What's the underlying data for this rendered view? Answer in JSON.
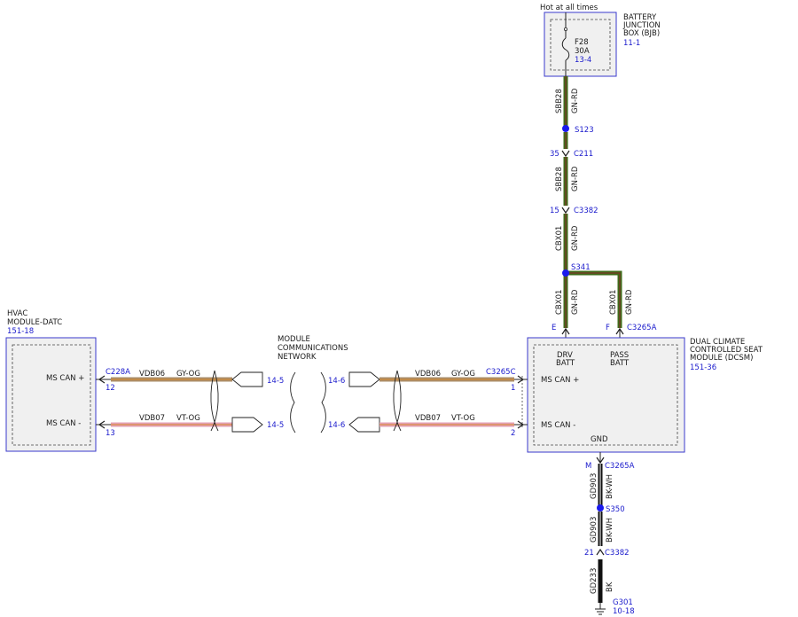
{
  "colors": {
    "gn_rd": "#3f6b1a",
    "gy_og": "#a98c6a",
    "vt_og": "#e3a0b4",
    "bk_wh": "#111111",
    "bk": "#111111",
    "module_border": "#3a3acc",
    "module_fill": "#f0f0f0",
    "splice_dot": "#1a1aee",
    "ref_text": "#1a1acc"
  },
  "power": {
    "hot_label": "Hot at all times",
    "bjb_title": [
      "BATTERY",
      "JUNCTION",
      "BOX (BJB)"
    ],
    "bjb_ref": "11-1",
    "fuse_name": "F28",
    "fuse_rating": "30A",
    "fuse_ref": "13-4"
  },
  "feed": {
    "seg1_circuit": "SBB28",
    "seg1_color": "GN-RD",
    "splice_s123": "S123",
    "c211_pin": "35",
    "c211": "C211",
    "seg2_circuit": "SBB28",
    "seg2_color": "GN-RD",
    "c3382_pin": "15",
    "c3382": "C3382",
    "seg3_circuit": "CBX01",
    "seg3_color": "GN-RD",
    "splice_s341": "S341",
    "drv_circuit": "CBX01",
    "drv_color": "GN-RD",
    "pass_circuit": "CBX01",
    "pass_color": "GN-RD",
    "pin_e": "E",
    "pin_f": "F",
    "c3265a_top": "C3265A"
  },
  "hvac": {
    "title": [
      "HVAC",
      "MODULE-DATC"
    ],
    "ref": "151-18",
    "can_plus": "MS CAN +",
    "can_minus": "MS CAN -",
    "connector": "C228A",
    "pin_plus": "12",
    "pin_minus": "13"
  },
  "network": {
    "label": [
      "MODULE",
      "COMMUNICATIONS",
      "NETWORK"
    ],
    "left_plus_ref": "14-5",
    "left_minus_ref": "14-5",
    "right_plus_ref": "14-6",
    "right_minus_ref": "14-6"
  },
  "can_wires": {
    "left_plus_circuit": "VDB06",
    "left_plus_color": "GY-OG",
    "left_minus_circuit": "VDB07",
    "left_minus_color": "VT-OG",
    "right_plus_circuit": "VDB06",
    "right_plus_color": "GY-OG",
    "right_minus_circuit": "VDB07",
    "right_minus_color": "VT-OG"
  },
  "dcsm": {
    "title": [
      "DUAL CLIMATE",
      "CONTROLLED SEAT",
      "MODULE (DCSM)"
    ],
    "ref": "151-36",
    "drv_batt": [
      "DRV",
      "BATT"
    ],
    "pass_batt": [
      "PASS",
      "BATT"
    ],
    "can_plus": "MS CAN +",
    "can_minus": "MS CAN -",
    "gnd": "GND",
    "connector": "C3265C",
    "pin_plus": "1",
    "pin_minus": "2"
  },
  "ground": {
    "pin_m": "M",
    "c3265a_bottom": "C3265A",
    "seg1_circuit": "GD903",
    "seg1_color": "BK-WH",
    "splice_s350": "S350",
    "seg2_circuit": "GD903",
    "seg2_color": "BK-WH",
    "c3382_pin": "21",
    "c3382": "C3382",
    "seg3_circuit": "GD233",
    "seg3_color": "BK",
    "g301": "G301",
    "g301_ref": "10-18"
  }
}
